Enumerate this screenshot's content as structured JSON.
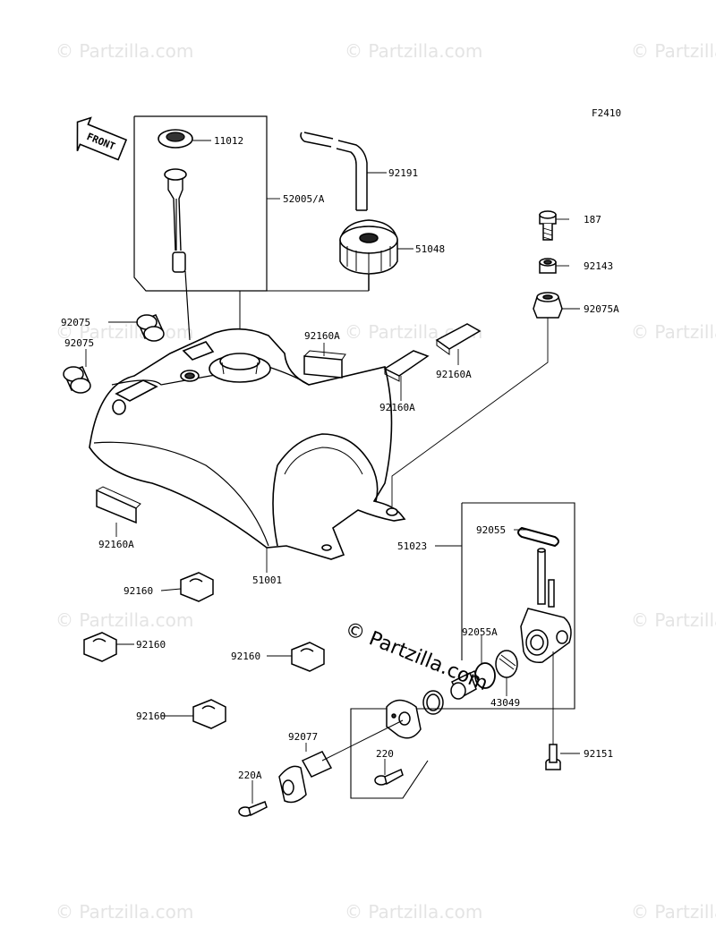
{
  "figure_code": "F2410",
  "front_arrow_text": "FRONT",
  "watermark_text": "© Partzilla.com",
  "center_brand_text": "© Partzilla.com",
  "parts": [
    {
      "id": "p11012",
      "label": "11012"
    },
    {
      "id": "p92191",
      "label": "92191"
    },
    {
      "id": "p52005",
      "label": "52005/A"
    },
    {
      "id": "p187",
      "label": "187"
    },
    {
      "id": "p51048",
      "label": "51048"
    },
    {
      "id": "p92143",
      "label": "92143"
    },
    {
      "id": "p92075a",
      "label": "92075A"
    },
    {
      "id": "p92075_1",
      "label": "92075"
    },
    {
      "id": "p92075_2",
      "label": "92075"
    },
    {
      "id": "p92160a_1",
      "label": "92160A"
    },
    {
      "id": "p92160a_2",
      "label": "92160A"
    },
    {
      "id": "p92160a_3",
      "label": "92160A"
    },
    {
      "id": "p92160a_4",
      "label": "92160A"
    },
    {
      "id": "p92055",
      "label": "92055"
    },
    {
      "id": "p51023",
      "label": "51023"
    },
    {
      "id": "p51001",
      "label": "51001"
    },
    {
      "id": "p92160_1",
      "label": "92160"
    },
    {
      "id": "p92160_2",
      "label": "92160"
    },
    {
      "id": "p92160_3",
      "label": "92160"
    },
    {
      "id": "p92160_4",
      "label": "92160"
    },
    {
      "id": "p92055a",
      "label": "92055A"
    },
    {
      "id": "p43049",
      "label": "43049"
    },
    {
      "id": "p92077",
      "label": "92077"
    },
    {
      "id": "p220",
      "label": "220"
    },
    {
      "id": "p220a",
      "label": "220A"
    },
    {
      "id": "p92151",
      "label": "92151"
    }
  ]
}
